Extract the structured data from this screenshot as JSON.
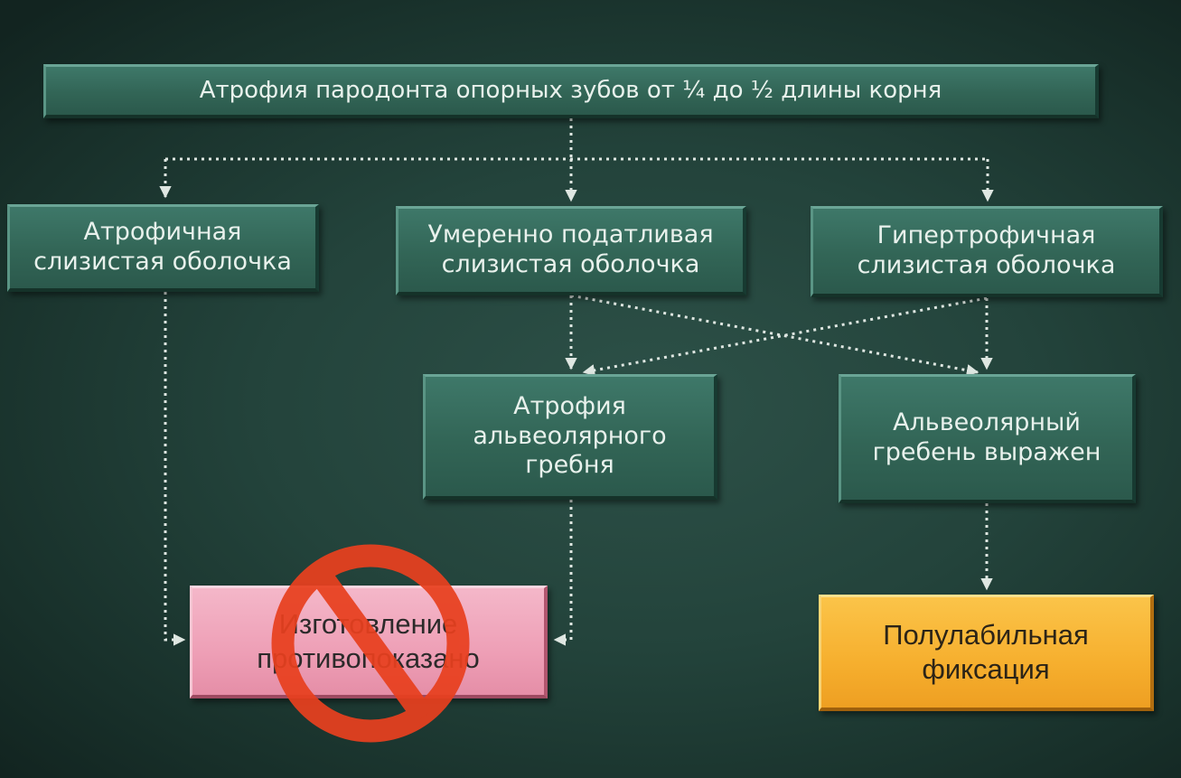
{
  "diagram": {
    "top": "Атрофия пародонта опорных зубов от ¼ до ½ длины корня",
    "mucosa_atrophic": "Атрофичная\nслизистая оболочка",
    "mucosa_moderate": "Умеренно податливая\nслизистая оболочка",
    "mucosa_hypertrophic": "Гипертрофичная\nслизистая оболочка",
    "ridge_atrophy": "Атрофия\nальвеолярного\nгребня",
    "ridge_expressed": "Альвеолярный\nгребень выражен",
    "contraindicated": "Изготовление\nпротивопоказано",
    "semilabile": "Полулабильная\nфиксация"
  },
  "colors": {
    "background": "#23433b",
    "box_green": "#336657",
    "box_pink": "#ef9fb6",
    "box_orange": "#f6af2e",
    "prohibition_sign": "#e8401f",
    "connector": "#dfe7e2"
  },
  "icons": {
    "prohibition": "prohibition-sign-icon"
  }
}
